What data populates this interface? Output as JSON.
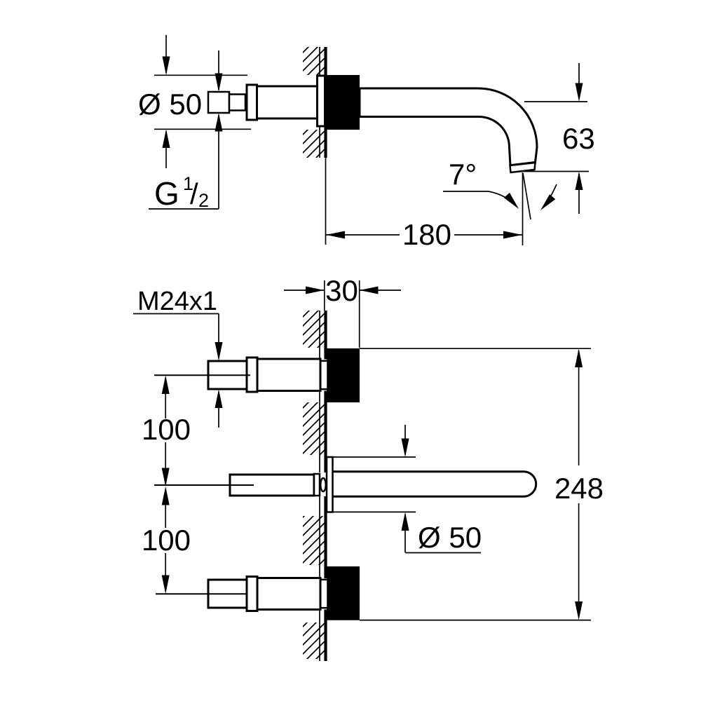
{
  "colors": {
    "background": "#ffffff",
    "ink": "#000000"
  },
  "top_view": {
    "labels": {
      "escutcheon_diameter": "Ø 50",
      "inlet_thread_letter": "G",
      "inlet_thread_numerator": "1",
      "inlet_thread_slash": "/",
      "inlet_thread_denominator": "2",
      "spout_drop_height": "63",
      "spray_angle": "7°",
      "spout_reach": "180"
    }
  },
  "bottom_view": {
    "labels": {
      "escutcheon_projection": "30",
      "handle_thread": "M24x1",
      "upper_handle_spacing": "100",
      "lower_handle_spacing": "100",
      "spout_flange_diameter": "Ø 50",
      "overall_span": "248"
    }
  }
}
